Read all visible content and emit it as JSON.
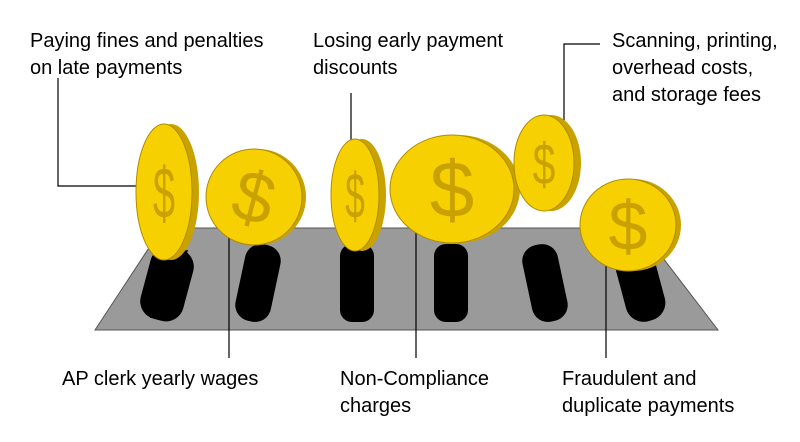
{
  "labels": {
    "fines": "Paying fines and penalties\non late payments",
    "early": "Losing early payment\ndiscounts",
    "scan": "Scanning, printing,\noverhead costs,\nand storage fees",
    "wages": "AP clerk yearly wages",
    "noncomp": "Non-Compliance\ncharges",
    "fraud": "Fraudulent and\nduplicate payments"
  },
  "coins": {
    "symbol": "$"
  },
  "colors": {
    "coin_face": "#f6d000",
    "coin_edge": "#c9a200",
    "tray": "#9a9a9a",
    "slot": "#000000"
  }
}
